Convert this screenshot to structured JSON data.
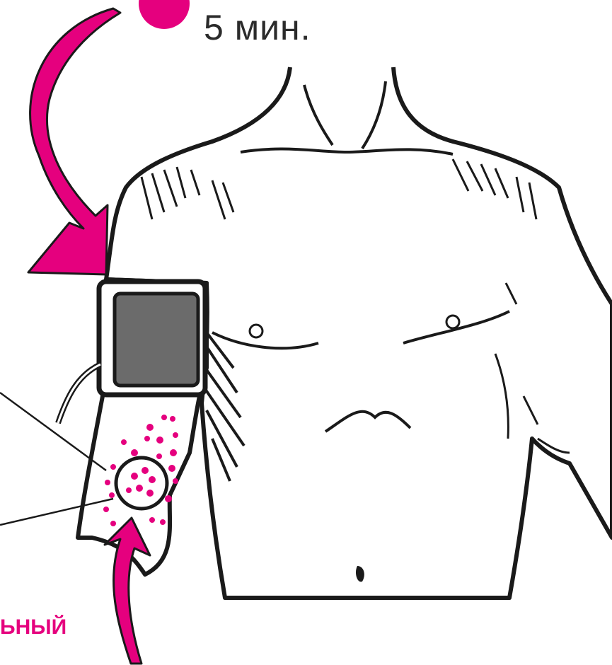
{
  "caption": {
    "duration": "5 мин.",
    "bottom_label": "ЬНЫЙ"
  },
  "colors": {
    "accent": "#e5007e",
    "ink": "#1a1a1a",
    "cuff": "#6b6b6b",
    "shading": "#3a3a3a"
  },
  "icons": {
    "marker": "pink-dot",
    "arrow_top": "curved-arrow-down",
    "arrow_bottom": "curved-arrow-up",
    "cuff": "blood-pressure-cuff",
    "magnifier": "magnifier-circle"
  }
}
